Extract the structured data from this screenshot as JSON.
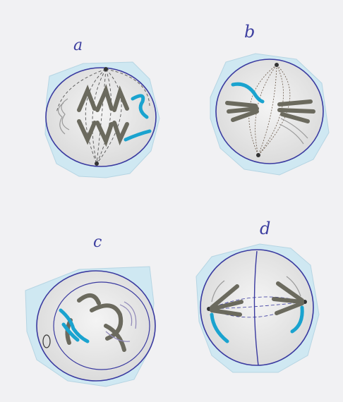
{
  "figure": {
    "labels": {
      "a": "a",
      "b": "b",
      "c": "c",
      "d": "d"
    },
    "colors": {
      "paper": "#f1f1f3",
      "cutout": "#cfe8f2",
      "cell_outline": "#3a3aa0",
      "spindle": "#555555",
      "chromosome_dark": "#6b6a5e",
      "chromosome_blue": "#1aa3cf",
      "chromosome_light": "#cfcfcf",
      "label_ink": "#3d3fa0"
    }
  }
}
